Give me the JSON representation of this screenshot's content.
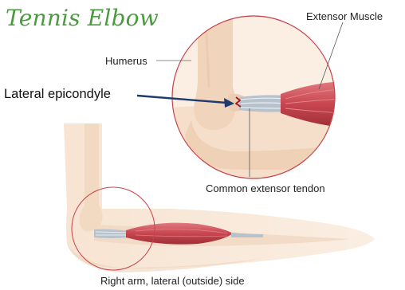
{
  "title": "Tennis Elbow",
  "labels": {
    "extensor_muscle": "Extensor Muscle",
    "humerus": "Humerus",
    "lateral_epicondyle": "Lateral epicondyle",
    "common_extensor_tendon": "Common extensor tendon",
    "caption": "Right arm, lateral (outside) side"
  },
  "colors": {
    "title": "#4a9a3e",
    "circle_outline": "#c9424a",
    "pointer_arrow": "#1e3a6e",
    "bone": "#f2dcc6",
    "skin": "#f8e6d4",
    "muscle": "#c8454f",
    "tendon": "#b8c2cc",
    "inflammation": "#a8141c"
  }
}
